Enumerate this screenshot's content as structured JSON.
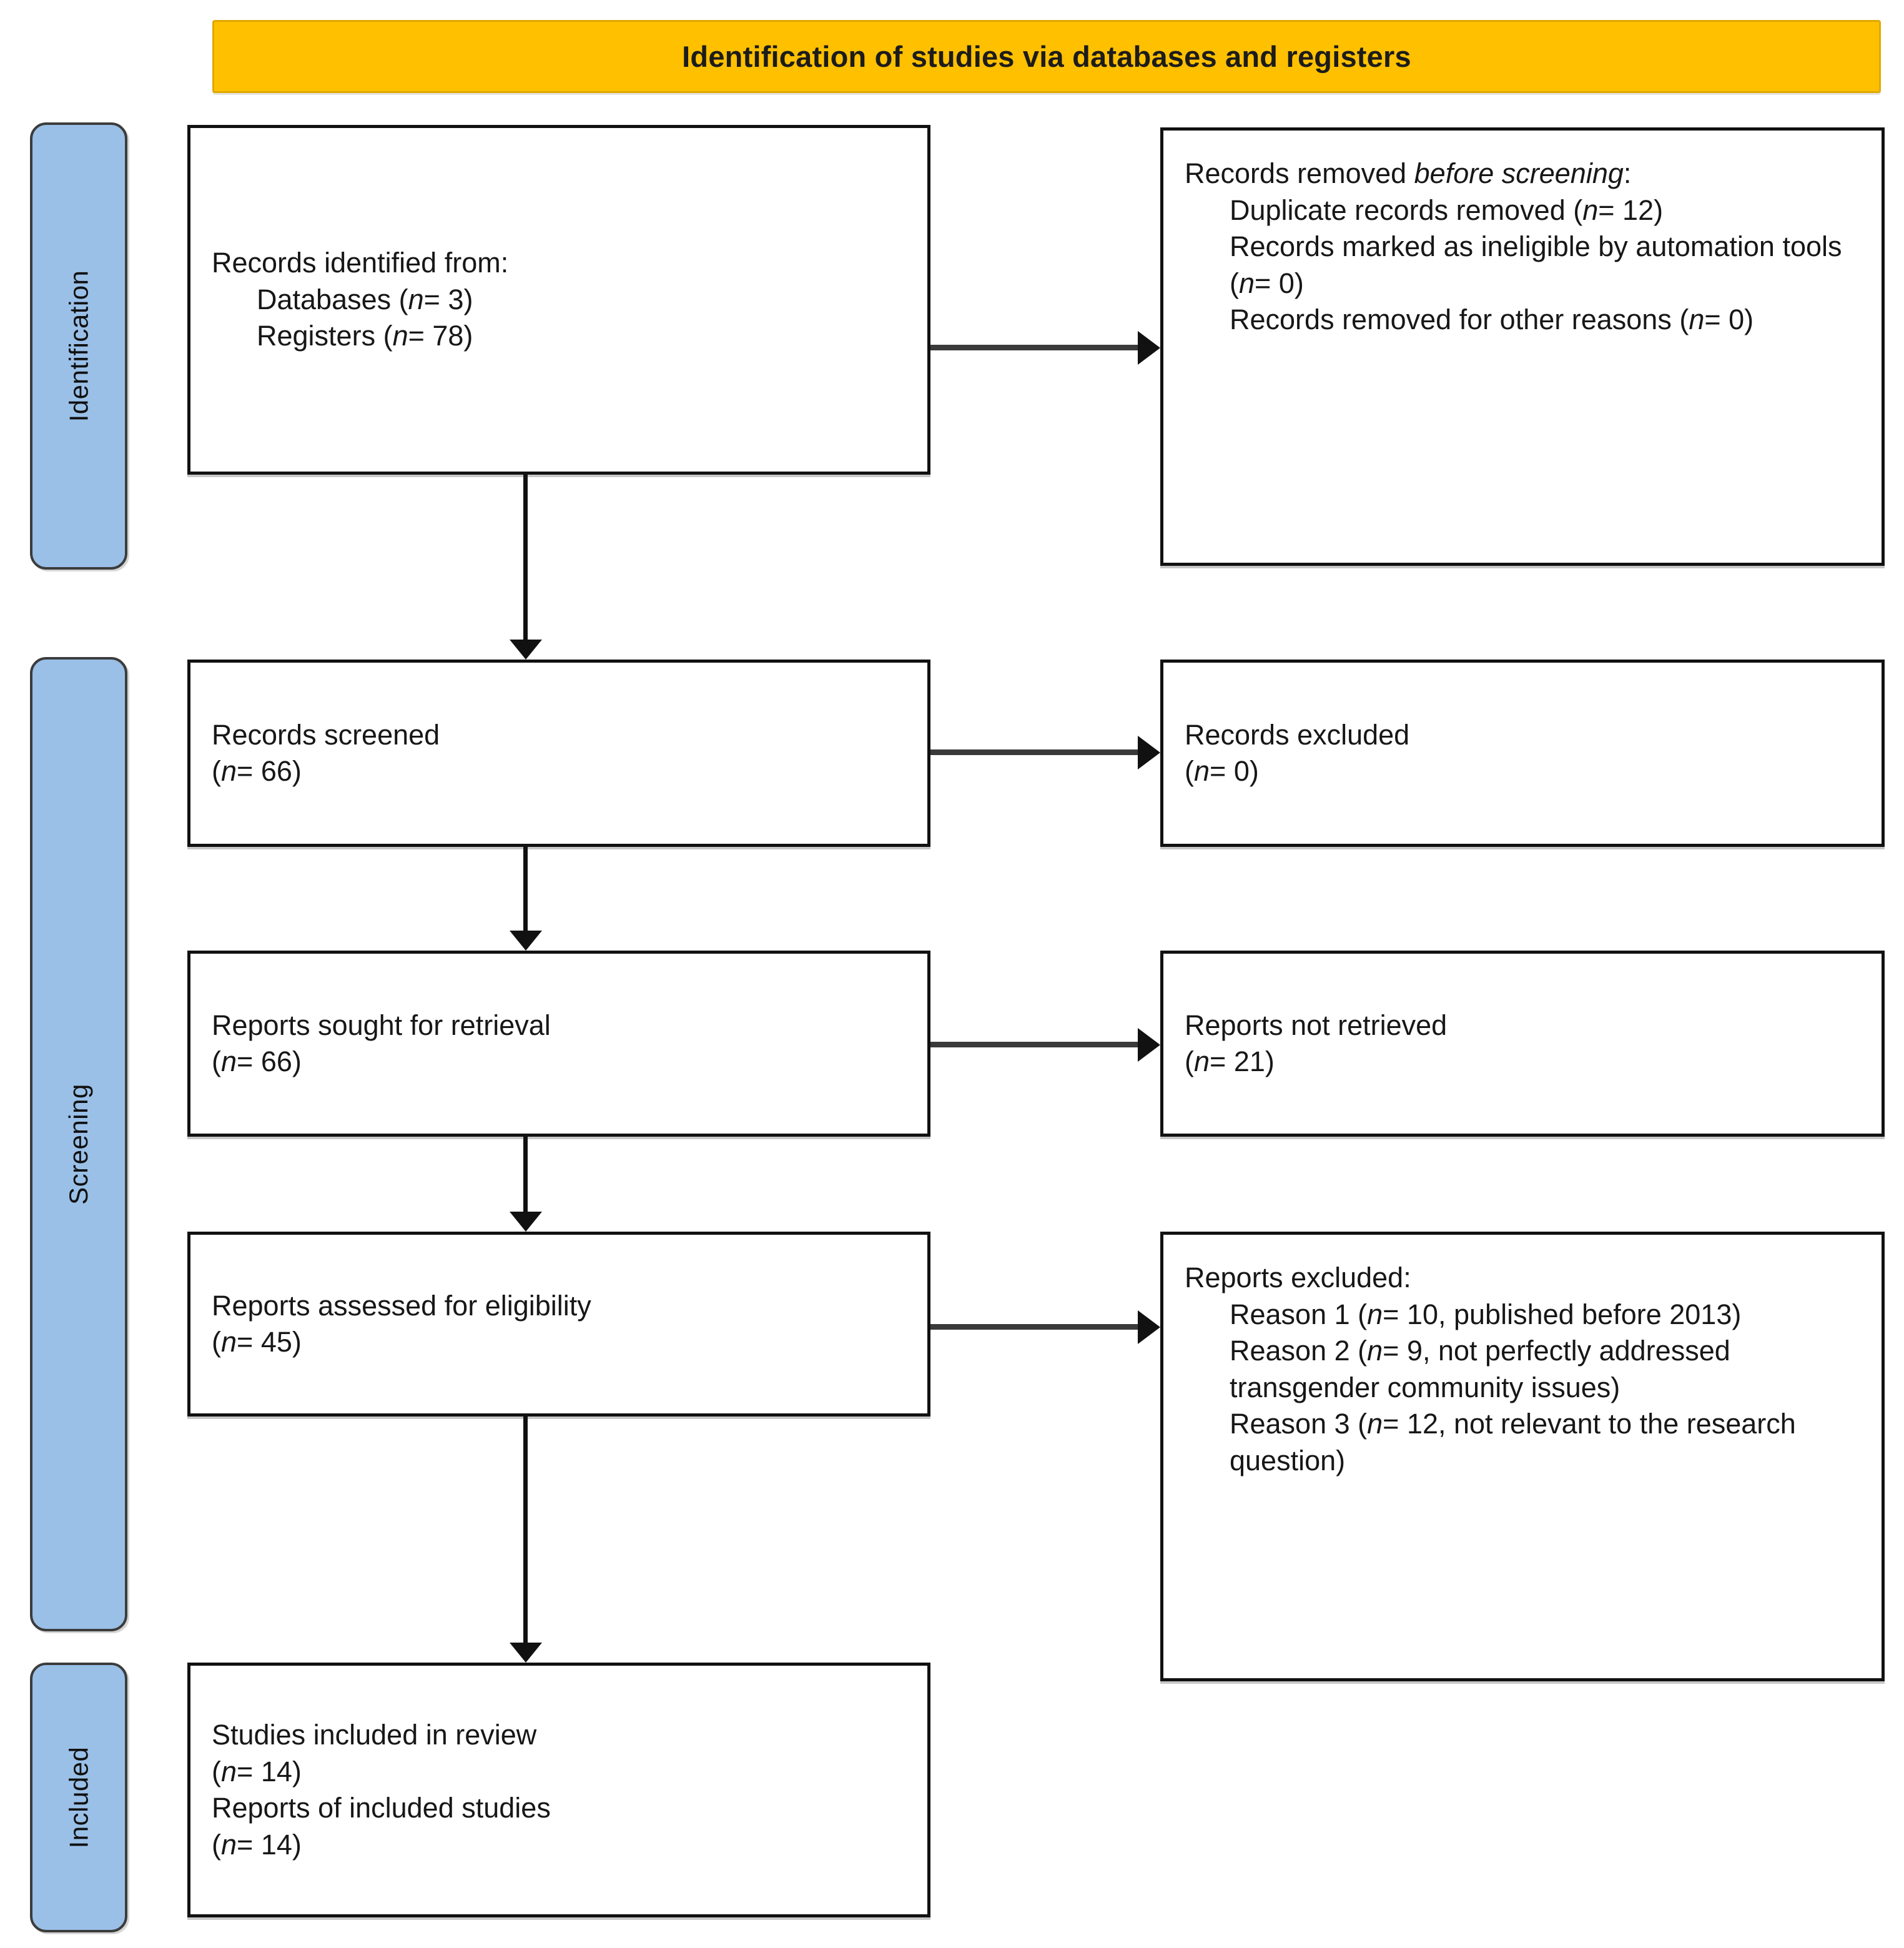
{
  "header": {
    "title": "Identification of studies via databases and registers"
  },
  "phases": [
    {
      "key": "identification",
      "label": "Identification"
    },
    {
      "key": "screening",
      "label": "Screening"
    },
    {
      "key": "included",
      "label": "Included"
    }
  ],
  "colors": {
    "header_background": "#FFC000",
    "phase_tab_background": "#9AC0E8",
    "box_border": "#111111",
    "text": "#171717"
  },
  "boxes": {
    "identified": {
      "title": "Records identified from:",
      "items": [
        {
          "label": "Databases (",
          "n_symbol": "n",
          "value": "= 3)"
        },
        {
          "label": "Registers (",
          "n_symbol": "n",
          "value": "= 78)"
        }
      ],
      "lines": [
        "Records identified from:",
        "Databases (n= 3)",
        "Registers (n= 78)"
      ]
    },
    "removed_before_screening": {
      "title_plain": "Records removed ",
      "title_italic": "before screening",
      "title_tail": ":",
      "lines": [
        "Duplicate records removed (n = 12)",
        "Records marked as ineligible by automation tools (n= 0)",
        "Records removed for other reasons (n= 0)"
      ],
      "item1_a": "Duplicate records removed (",
      "item1_n": "n",
      "item1_b": "= 12)",
      "item2_a": "Records marked as ineligible by automation tools (",
      "item2_n": "n",
      "item2_b": "= 0)",
      "item3_a": "Records removed for other reasons (",
      "item3_n": "n",
      "item3_b": "= 0)"
    },
    "records_screened": {
      "title": "Records screened",
      "count_prefix": "(",
      "count_n": "n",
      "count_value": "= 66)"
    },
    "records_excluded": {
      "title": "Records excluded",
      "count_prefix": "(",
      "count_n": "n",
      "count_value": "= 0)"
    },
    "reports_sought": {
      "title": "Reports sought for retrieval",
      "count_prefix": "(",
      "count_n": "n",
      "count_value": "= 66)"
    },
    "reports_not_retrieved": {
      "title": "Reports not retrieved",
      "count_prefix": "(",
      "count_n": "n",
      "count_value": "= 21)"
    },
    "reports_assessed": {
      "title": "Reports assessed for eligibility",
      "count_prefix": "(",
      "count_n": "n",
      "count_value": "= 45)"
    },
    "reports_excluded": {
      "title": "Reports excluded:",
      "reason1_a": "Reason 1 (",
      "reason1_n": "n",
      "reason1_b": "= 10, published before 2013)",
      "reason2_a": "Reason 2 (",
      "reason2_n": "n",
      "reason2_b": "= 9, not perfectly addressed transgender community issues)",
      "reason3_a": "Reason 3 (",
      "reason3_n": "n",
      "reason3_b": "= 12, not relevant to the research question)"
    },
    "included": {
      "line1": "Studies included in review",
      "line2_prefix": "(",
      "line2_n": "n",
      "line2_value": "= 14)",
      "line3": "Reports of included studies",
      "line4_prefix": "(",
      "line4_n": "n",
      "line4_value": "= 14)"
    }
  },
  "chart_data": {
    "type": "flowchart",
    "title": "Identification of studies via databases and registers",
    "phases": [
      "Identification",
      "Screening",
      "Included"
    ],
    "nodes": [
      {
        "id": "identified",
        "phase": "Identification",
        "label": "Records identified from: Databases (n= 3); Registers (n= 78)",
        "values": {
          "databases": 3,
          "registers": 78
        }
      },
      {
        "id": "removed_before",
        "phase": "Identification",
        "label": "Records removed before screening",
        "values": {
          "duplicates": 12,
          "ineligible_by_automation": 0,
          "other_reasons": 0
        }
      },
      {
        "id": "screened",
        "phase": "Screening",
        "label": "Records screened",
        "values": {
          "n": 66
        }
      },
      {
        "id": "excluded",
        "phase": "Screening",
        "label": "Records excluded",
        "values": {
          "n": 0
        }
      },
      {
        "id": "sought",
        "phase": "Screening",
        "label": "Reports sought for retrieval",
        "values": {
          "n": 66
        }
      },
      {
        "id": "not_retrieved",
        "phase": "Screening",
        "label": "Reports not retrieved",
        "values": {
          "n": 21
        }
      },
      {
        "id": "assessed",
        "phase": "Screening",
        "label": "Reports assessed for eligibility",
        "values": {
          "n": 45
        }
      },
      {
        "id": "rep_excluded",
        "phase": "Screening",
        "label": "Reports excluded",
        "values": {
          "reason1_published_before_2013": 10,
          "reason2_not_perfectly_addressed_transgender_community_issues": 9,
          "reason3_not_relevant_to_the_research_question": 12
        }
      },
      {
        "id": "included",
        "phase": "Included",
        "label": "Studies included in review",
        "values": {
          "studies": 14,
          "reports": 14
        }
      }
    ],
    "edges": [
      {
        "from": "identified",
        "to": "removed_before",
        "direction": "right"
      },
      {
        "from": "identified",
        "to": "screened",
        "direction": "down"
      },
      {
        "from": "screened",
        "to": "excluded",
        "direction": "right"
      },
      {
        "from": "screened",
        "to": "sought",
        "direction": "down"
      },
      {
        "from": "sought",
        "to": "not_retrieved",
        "direction": "right"
      },
      {
        "from": "sought",
        "to": "assessed",
        "direction": "down"
      },
      {
        "from": "assessed",
        "to": "rep_excluded",
        "direction": "right"
      },
      {
        "from": "assessed",
        "to": "included",
        "direction": "down"
      }
    ]
  }
}
